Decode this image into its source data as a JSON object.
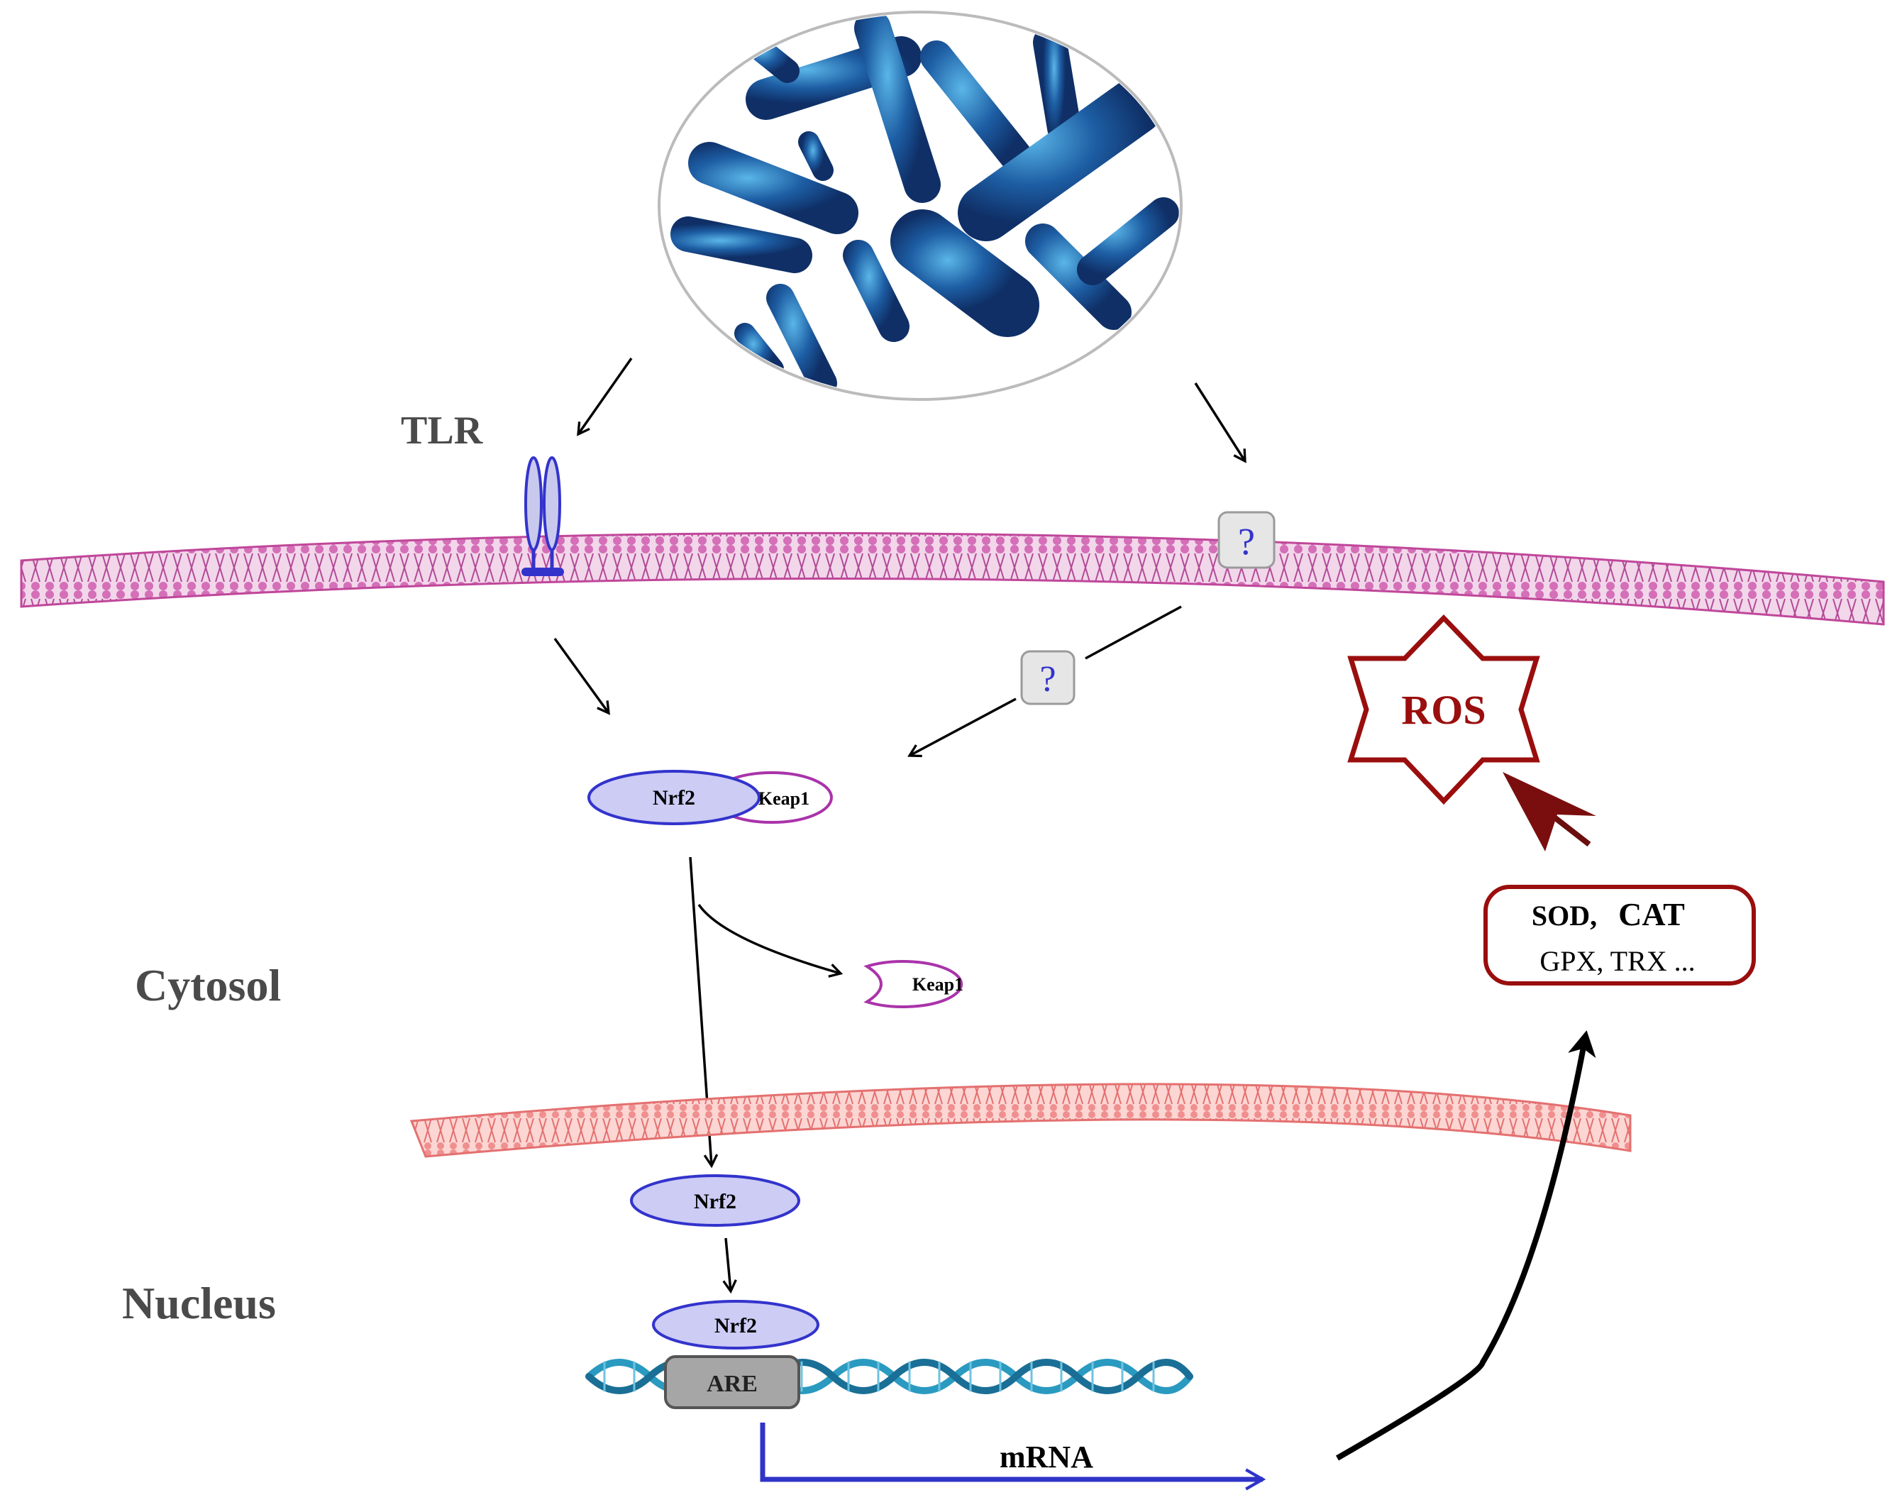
{
  "labels": {
    "tlr": "TLR",
    "cytosol": "Cytosol",
    "nucleus": "Nucleus",
    "unknown_receptor": "?",
    "unknown_pathway": "?",
    "nrf2_complex": "Nrf2",
    "keap1_complex": "Keap1",
    "keap1_released": "Keap1",
    "nrf2_nuclear": "Nrf2",
    "nrf2_bound": "Nrf2",
    "are": "ARE",
    "mrna": "mRNA",
    "enzymes_line1_a": "SOD,",
    "enzymes_line1_b": "CAT",
    "enzymes_line2": "GPX, TRX ...",
    "ros": "ROS"
  },
  "colors": {
    "cell_membrane": "#c0479a",
    "nuclear_membrane": "#ef8080",
    "bacteria": "#1a4f8c",
    "nrf2_fill": "#ccccf5",
    "nrf2_stroke": "#3333cc",
    "keap1_stroke": "#aa33aa",
    "dna": "#2a9ac0",
    "are_fill": "#a6a6a6",
    "mrna_arrow": "#2f33c8",
    "ros": "#9a0e0e",
    "label_gray": "#4a4a4a"
  },
  "icons": [
    "bacteria-image",
    "tlr-receptor-icon",
    "dna-helix-icon"
  ]
}
